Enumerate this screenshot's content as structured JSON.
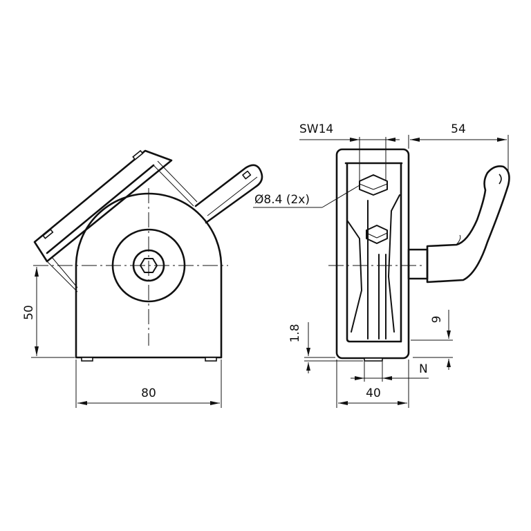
{
  "drawing": {
    "title": "Angle clamp with clamping lever – technical drawing",
    "views": [
      "front-view",
      "side-view"
    ],
    "line_color": "#111111",
    "background": "#ffffff"
  },
  "dimensions": {
    "height_to_center": "50",
    "base_width": "80",
    "wrench_size": "SW14",
    "hole_diameter": "Ø8.4 (2x)",
    "lever_reach": "54",
    "side_width": "40",
    "foot_height": "1.8",
    "base_thickness": "9",
    "slot_label": "N"
  }
}
